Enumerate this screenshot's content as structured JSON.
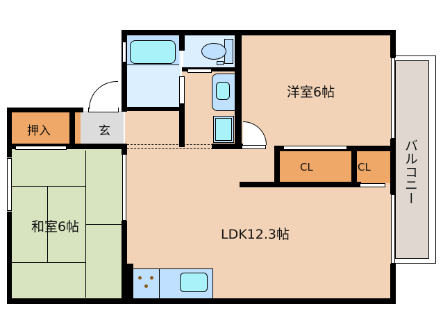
{
  "colors": {
    "wall": "#000000",
    "wood_floor": "#f2d3b8",
    "tatami": "#d8e4c0",
    "closet": "#f0a868",
    "entrance": "#dcdcdc",
    "bath": "#dcefff",
    "tub": "#aaf2fa",
    "fixture": "#bfe0ff",
    "balcony": "#e0d8d0"
  },
  "rooms": {
    "western": {
      "label": "洋室6帖"
    },
    "japanese": {
      "label": "和室6帖"
    },
    "ldk": {
      "label": "LDK12.3帖"
    },
    "oshiire": {
      "label": "押入"
    },
    "genkan": {
      "label": "玄"
    },
    "closet1": {
      "label": "CL"
    },
    "closet2": {
      "label": "CL"
    },
    "balcony": {
      "label": "バルコニー"
    }
  }
}
